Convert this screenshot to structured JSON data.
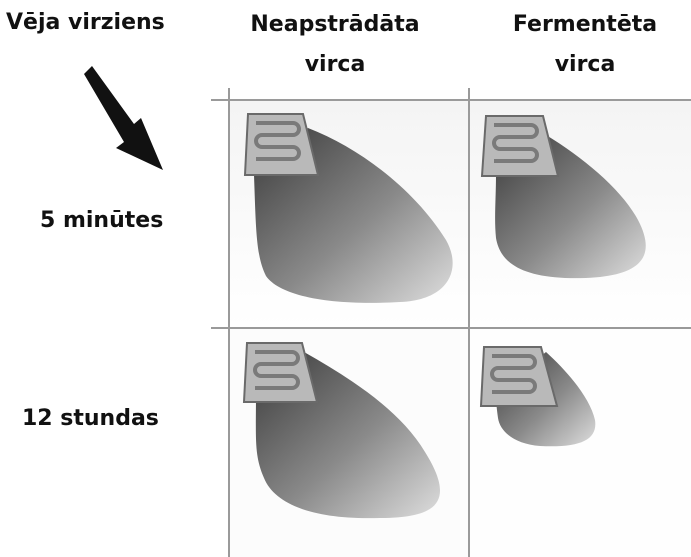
{
  "header": {
    "wind_direction": "Vēja virziens",
    "raw_slurry_line1": "Neapstrādāta",
    "raw_slurry_line2": "virca",
    "fermented_slurry_line1": "Fermentēta",
    "fermented_slurry_line2": "virca"
  },
  "rows": {
    "row1": "5 minūtes",
    "row2": "12 stundas"
  },
  "colors": {
    "plume_dark": "#3a3a3a",
    "plume_light": "#dedede",
    "source_fill": "#b9b9b9",
    "source_stroke": "#6a6a6a",
    "grid_line": "#9a9a9a",
    "text": "#111111"
  }
}
